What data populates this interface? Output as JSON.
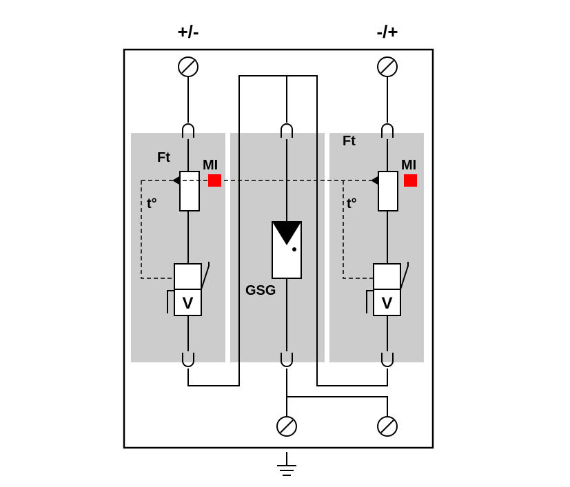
{
  "terminals": {
    "left_label": "+/-",
    "right_label": "-/+"
  },
  "modules": {
    "left": {
      "fuse_label": "Ft",
      "indicator_label": "MI",
      "thermal_label": "t°",
      "varistor_label": "V"
    },
    "center": {
      "gsg_label": "GSG"
    },
    "right": {
      "fuse_label": "Ft",
      "indicator_label": "MI",
      "thermal_label": "t°",
      "varistor_label": "V"
    }
  },
  "colors": {
    "module_fill": "#cccccc",
    "indicator": "#ff0000",
    "line": "#000000"
  }
}
